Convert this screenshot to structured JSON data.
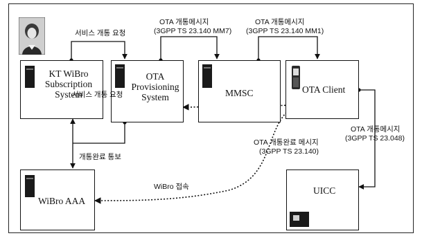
{
  "nodes": {
    "kt": "KT WiBro\nSubscription\nSystem",
    "ota_prov": "OTA\nProvisioning\nSystem",
    "mmsc": "MMSC",
    "ota_client": "OTA Client",
    "wibro_aaa": "WiBro AAA",
    "uicc": "UICC"
  },
  "labels": {
    "service_req_top": "서비스 개통 요청",
    "service_req_inner": "서비스 개통 요청",
    "ota_msg_mm7_l1": "OTA 개통메시지",
    "ota_msg_mm7_l2": "(3GPP TS 23.140 MM7)",
    "ota_msg_mm1_l1": "OTA 개통메시지",
    "ota_msg_mm1_l2": "(3GPP TS 23.140 MM1)",
    "activation_notice": "개통완료 통보",
    "ota_done_l1": "OTA 개통완료 메시지",
    "ota_done_l2": "(3GPP TS 23.140)",
    "ota_msg_uicc_l1": "OTA 개통메시지",
    "ota_msg_uicc_l2": "(3GPP TS 23.048)",
    "wibro_access": "WiBro 접속"
  },
  "icons": [
    "person-photo",
    "server",
    "phone",
    "sim-card"
  ],
  "colors": {
    "line": "#111111",
    "box_border": "#111111",
    "server": "#1a1a1a"
  }
}
